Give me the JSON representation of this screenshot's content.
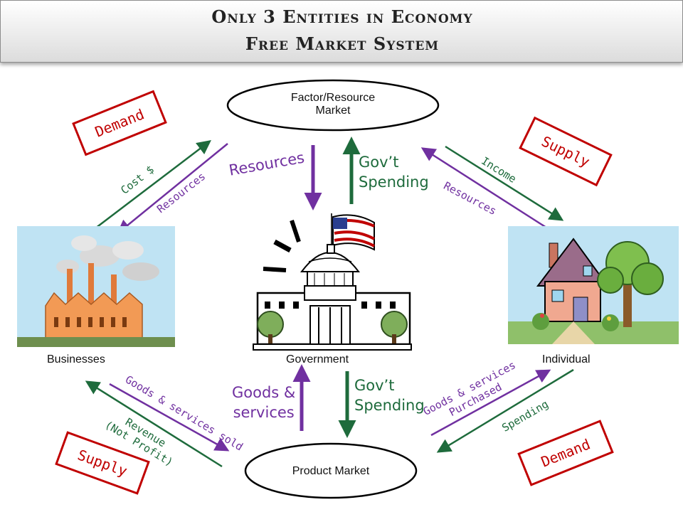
{
  "title": {
    "line1": "Only 3 Entities in Economy",
    "line2": "Free Market System"
  },
  "entities": {
    "businesses": "Businesses",
    "government": "Government",
    "individual": "Individual"
  },
  "markets": {
    "factor_line1": "Factor/Resource",
    "factor_line2": "Market",
    "product": "Product Market"
  },
  "flows": {
    "resources_center": "Resources",
    "govt_spending_top_1": "Gov’t",
    "govt_spending_top_2": "Spending",
    "goods_services_1": "Goods &",
    "goods_services_2": "services",
    "govt_spending_bottom_1": "Gov’t",
    "govt_spending_bottom_2": "Spending",
    "cost": "Cost $",
    "resources_left": "Resources",
    "income": "Income",
    "resources_right": "Resources",
    "goods_services_sold": "Goods & services sold",
    "revenue_1": "Revenue",
    "revenue_2": "(Not Profit)",
    "goods_purchased_1": "Goods & services",
    "goods_purchased_2": "Purchased",
    "spending": "Spending"
  },
  "labels": {
    "demand_top": "Demand",
    "supply_top": "Supply",
    "supply_bottom": "Supply",
    "demand_bottom": "Demand"
  },
  "colors": {
    "purple": "#7030a0",
    "green": "#1e6b3c",
    "red": "#c00000"
  },
  "icons": [
    "factory-icon",
    "capitol-icon",
    "house-icon"
  ]
}
